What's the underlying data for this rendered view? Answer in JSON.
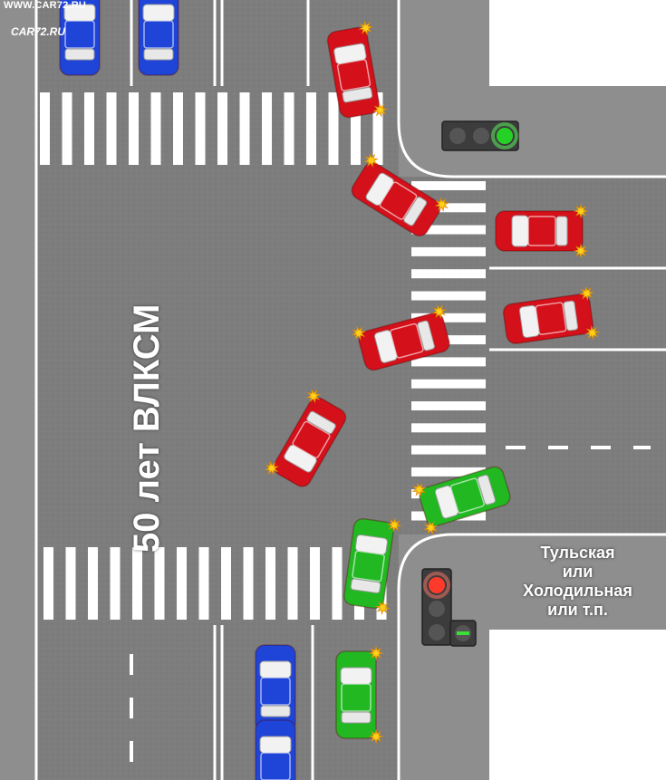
{
  "watermark": {
    "site_url": "WWW.CAR72.RU",
    "logo_text": "CAR72.RU"
  },
  "streets": {
    "main_street": "50 лет ВЛКСМ",
    "side_street_lines": [
      "Тульская",
      "или",
      "Холодильная",
      "или т.п."
    ]
  },
  "traffic_lights": {
    "top_right": {
      "active_signal": "green"
    },
    "bottom_left": {
      "active_signal": "red",
      "arrow_signal": "green-right-arrow"
    }
  },
  "colors": {
    "asphalt": "#7f7f7f",
    "sidewalk": "#8f8f8f",
    "building": "#ffffff",
    "marking": "#ffffff",
    "car_red": "#d4101a",
    "car_green": "#22b822",
    "car_blue": "#1e44d8",
    "blinker": "#ffd21a"
  },
  "cars": [
    {
      "color": "red",
      "role": "turning-left"
    },
    {
      "color": "red",
      "role": "turning-left"
    },
    {
      "color": "red",
      "role": "turning-left"
    },
    {
      "color": "red",
      "role": "turning-left"
    },
    {
      "color": "red",
      "role": "waiting-right-lane"
    },
    {
      "color": "red",
      "role": "waiting-right-lane"
    },
    {
      "color": "green",
      "role": "turning-right"
    },
    {
      "color": "green",
      "role": "turning-right"
    },
    {
      "color": "green",
      "role": "waiting-bottom"
    },
    {
      "color": "blue",
      "role": "parked-top"
    },
    {
      "color": "blue",
      "role": "parked-top"
    },
    {
      "color": "blue",
      "role": "waiting-bottom"
    },
    {
      "color": "blue",
      "role": "waiting-bottom"
    }
  ]
}
